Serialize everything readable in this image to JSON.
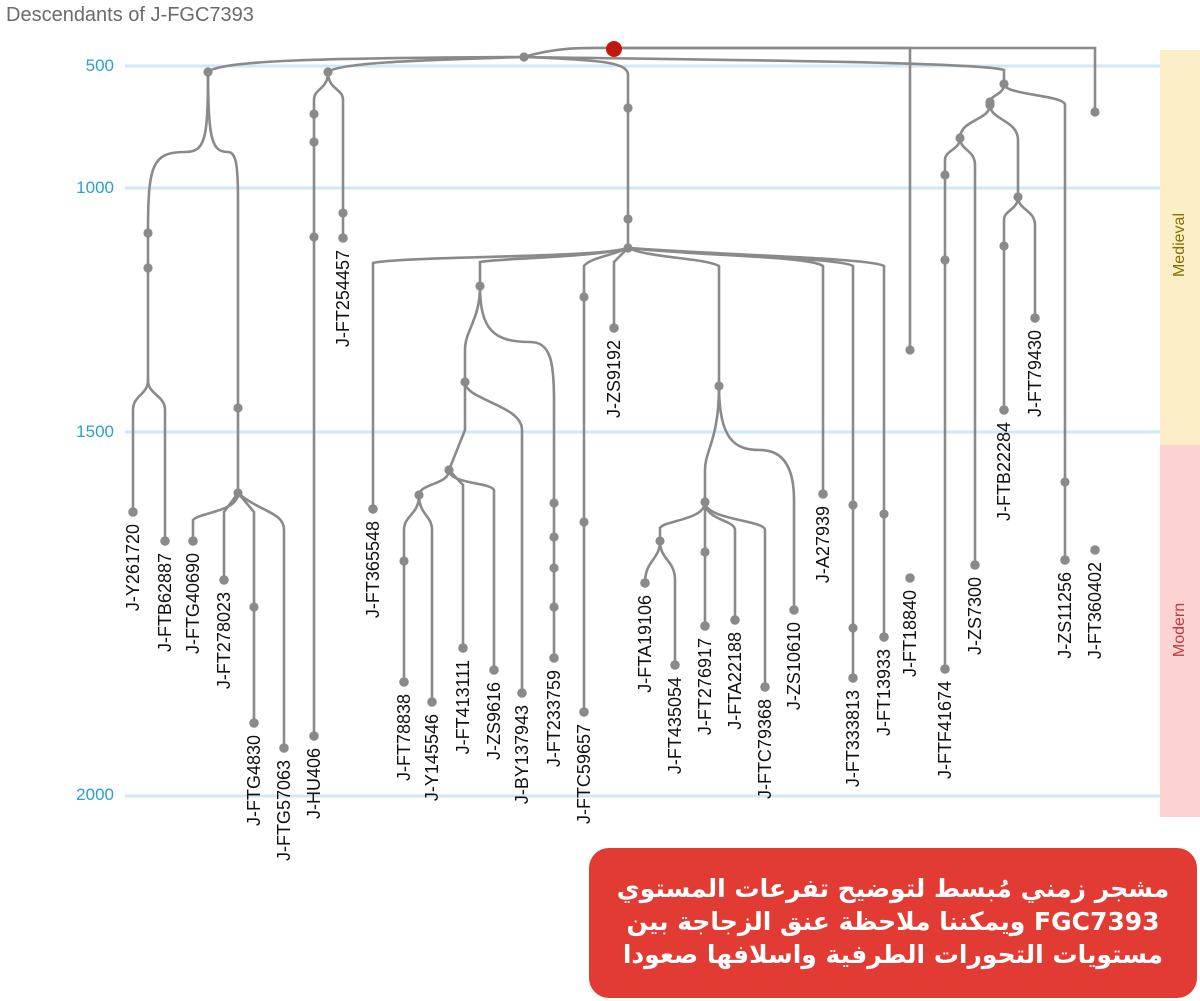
{
  "title": "Descendants of J-FGC7393",
  "axis": {
    "ticks": [
      "500",
      "1000",
      "1500",
      "2000"
    ],
    "tick_color": "#2aa0cf",
    "gridline_color": "#cfe8f7"
  },
  "periods": {
    "medieval": {
      "label": "Medieval",
      "color": "#fcefc7",
      "text_color": "#8a6d00"
    },
    "modern": {
      "label": "Modern",
      "color": "#fcd2d2",
      "text_color": "#c0393f"
    }
  },
  "root": {
    "color": "#c0180c"
  },
  "colors": {
    "line": "#8a8a8a",
    "node": "#8a8a8a"
  },
  "lineages": [
    "J-Y261720",
    "J-FTB62887",
    "J-FTG40690",
    "J-FT278023",
    "J-FTG4830",
    "J-FTG57063",
    "J-HU406",
    "J-FT254457",
    "J-FT365548",
    "J-FT78838",
    "J-Y145546",
    "J-FT413111",
    "J-ZS9616",
    "J-BY137943",
    "J-FT233759",
    "J-FTC59657",
    "J-ZS9192",
    "J-FTA19106",
    "J-FT435054",
    "J-FT276917",
    "J-FTA22188",
    "J-FTC79368",
    "J-ZS10610",
    "J-A27939",
    "J-FT333813",
    "J-FT13933",
    "J-FT18840",
    "J-FTF41674",
    "J-ZS7300",
    "J-FTB22284",
    "J-FT79430",
    "J-ZS11256",
    "J-FT360402"
  ],
  "callout": {
    "text": "مشجر زمني مُبسط لتوضيح تفرعات المستوي FGC7393 ويمكننا ملاحظة عنق الزجاجة بين مستويات التحورات الطرفية واسلافها صعودا",
    "color": "#e23b34"
  }
}
